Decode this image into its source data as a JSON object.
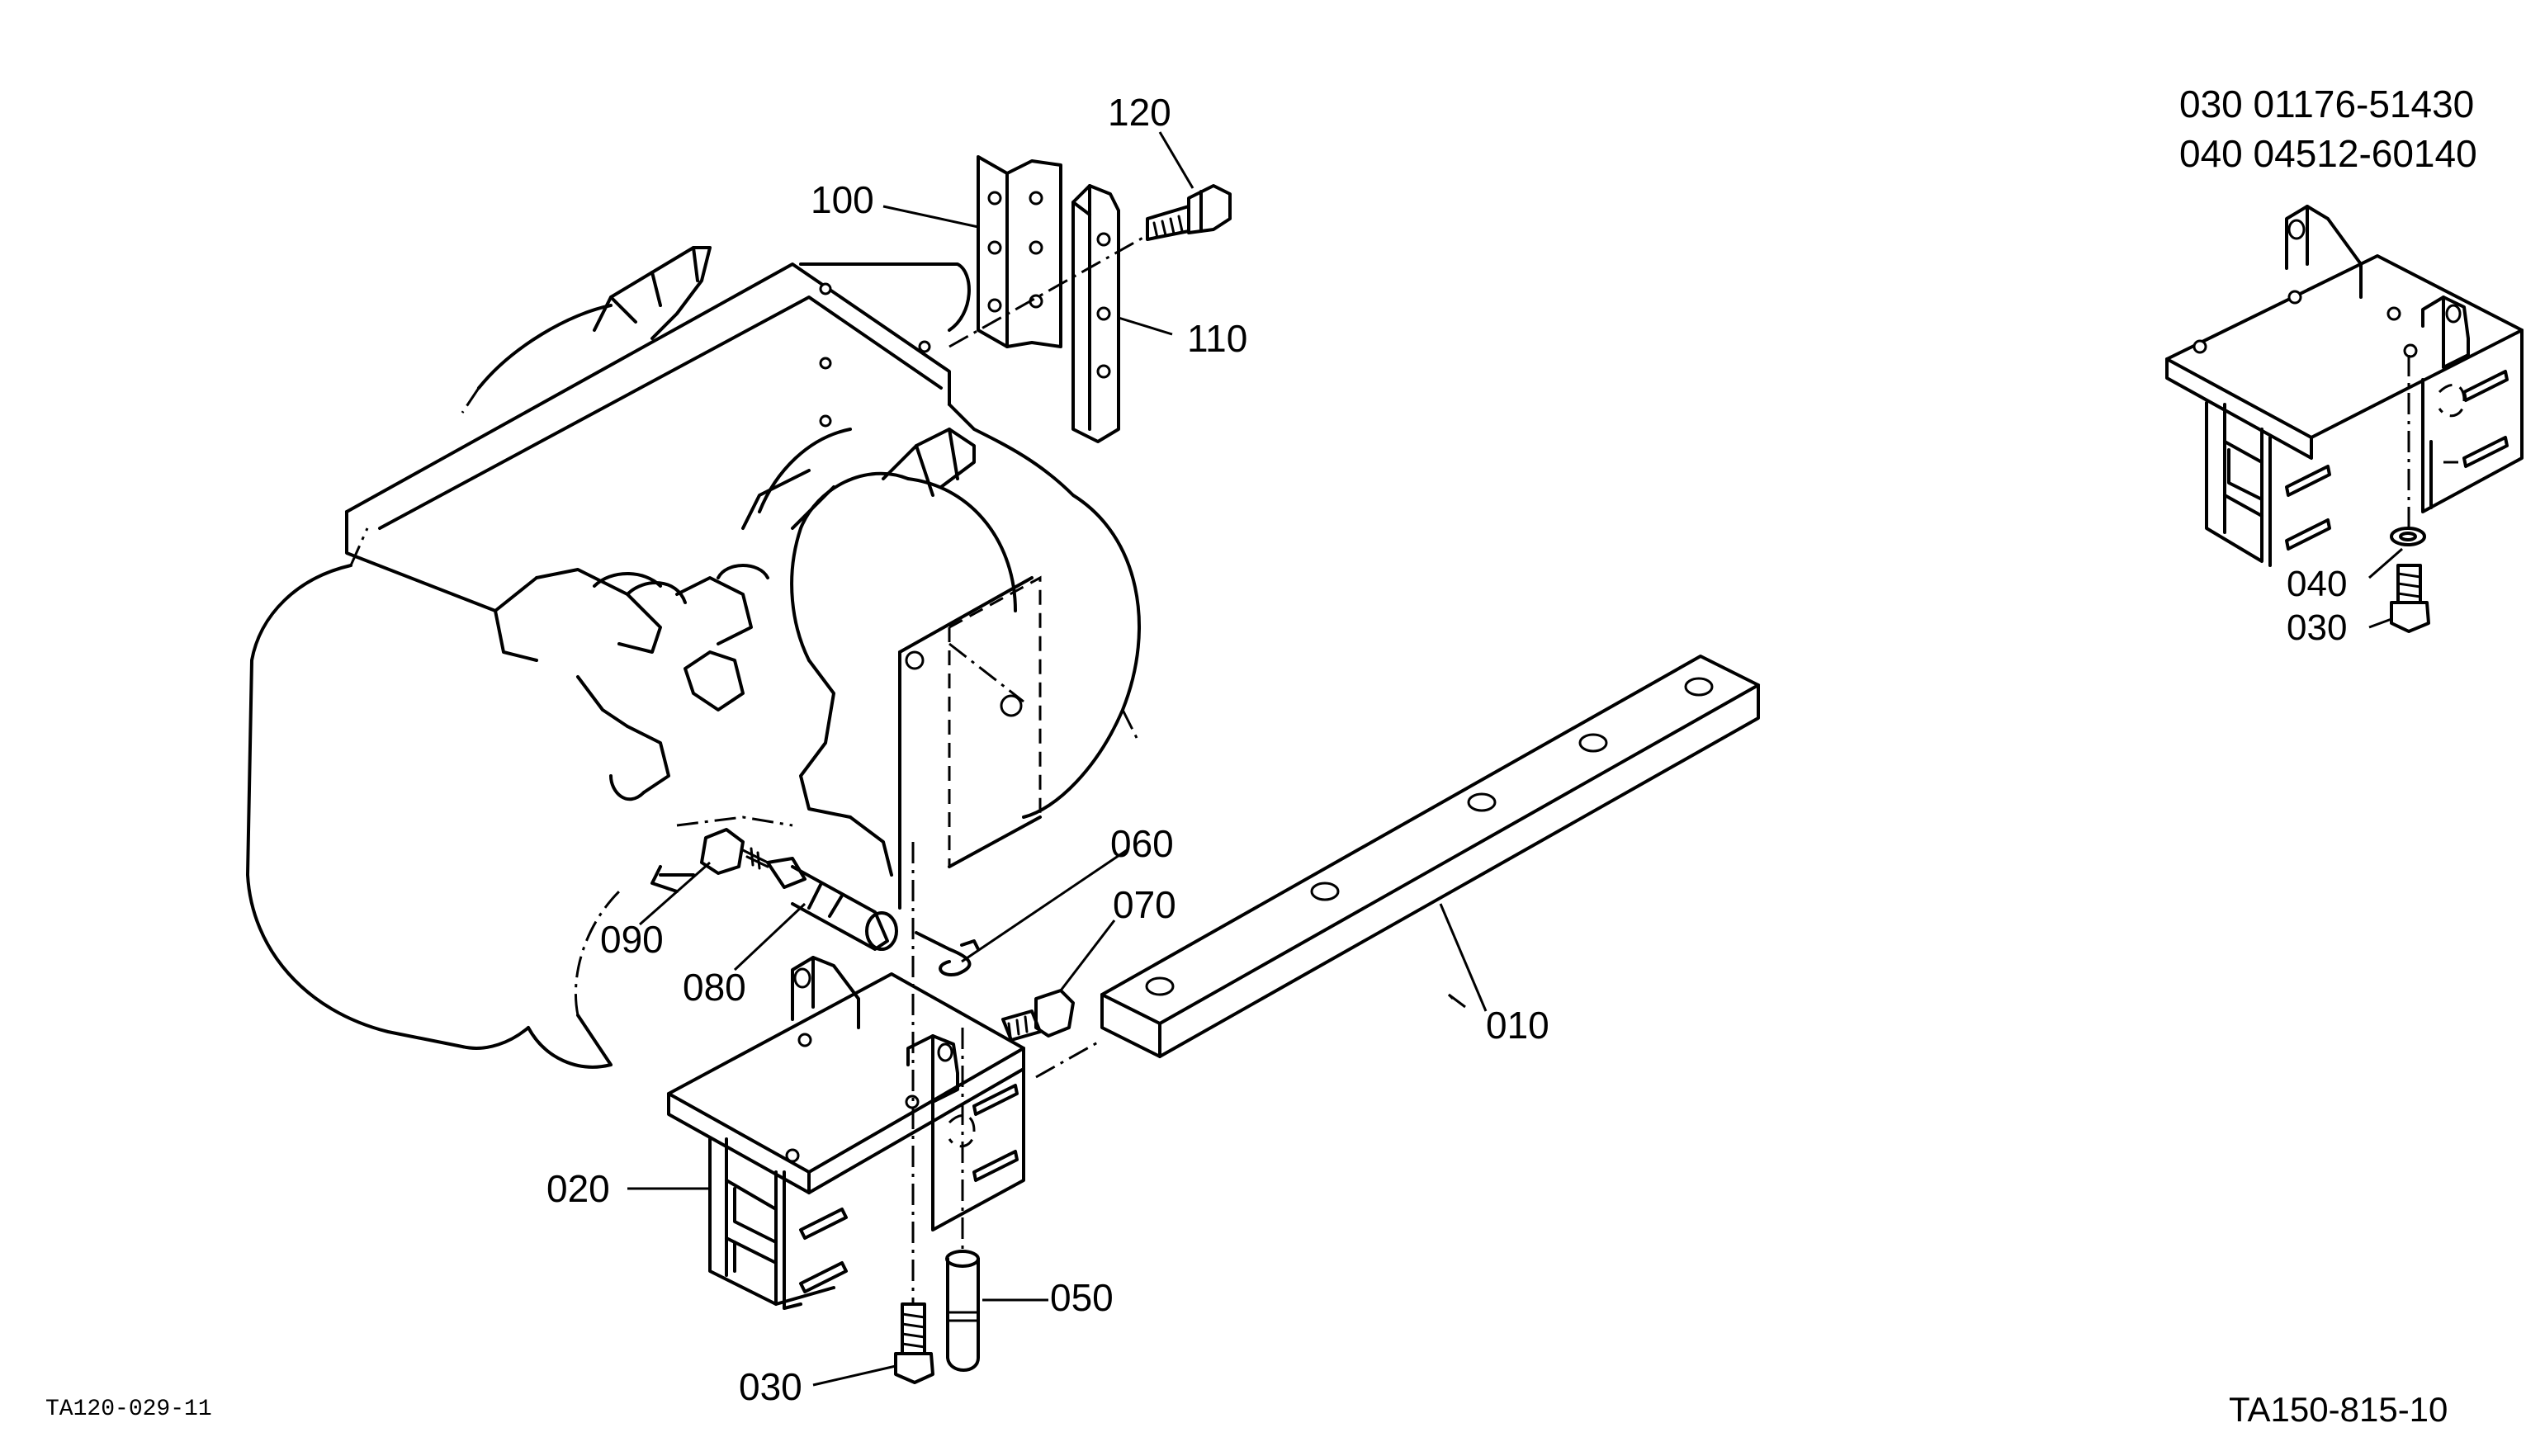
{
  "parts": [
    {
      "id": "p010",
      "label": "010"
    },
    {
      "id": "p020",
      "label": "020"
    },
    {
      "id": "p030",
      "label": "030"
    },
    {
      "id": "p050",
      "label": "050"
    },
    {
      "id": "p060",
      "label": "060"
    },
    {
      "id": "p070",
      "label": "070"
    },
    {
      "id": "p080",
      "label": "080"
    },
    {
      "id": "p090",
      "label": "090"
    },
    {
      "id": "p100",
      "label": "100"
    },
    {
      "id": "p110",
      "label": "110"
    },
    {
      "id": "p120",
      "label": "120"
    }
  ],
  "inset": {
    "header_line_1": "030 01176-51430",
    "header_line_2": "040 04512-60140",
    "label_040": "040",
    "label_030": "030"
  },
  "codes": {
    "left": "TA120-029-11",
    "right": "TA150-815-10"
  }
}
